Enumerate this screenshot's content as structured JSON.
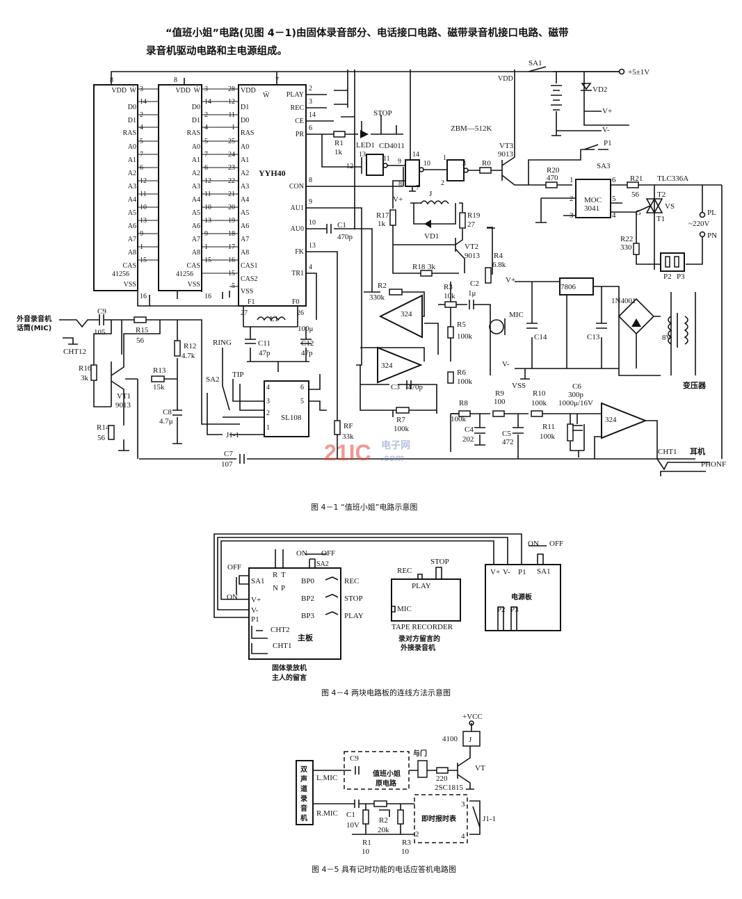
{
  "intro": {
    "line1": "“值班小姐”电路(见图 4－1)由固体录音部分、电话接口电路、磁带录音机接口电路、磁带",
    "line2": "录音机驱动电路和主电源组成。"
  },
  "fig1": {
    "caption": "图 4－1  “值班小姐”电路示意图",
    "chip1": {
      "name": "41256",
      "labels": [
        "VDD",
        "W̄",
        "D0",
        "D1",
        "RAS",
        "A0",
        "A1",
        "A2",
        "A3",
        "A4",
        "A5",
        "A6",
        "A7",
        "A8",
        "CAS",
        "VSS"
      ],
      "pins": [
        "3",
        "14",
        "2",
        "4",
        "5",
        "7",
        "6",
        "12",
        "11",
        "10",
        "13",
        "9",
        "1",
        "15",
        "16"
      ],
      "top_pin": "8"
    },
    "chip2": {
      "name": "41256",
      "labels": [
        "VDD",
        "W̄",
        "D0",
        "D1",
        "RAS",
        "A0",
        "A1",
        "A2",
        "A3",
        "A4",
        "A5",
        "A6",
        "A7",
        "A8",
        "CAS",
        "VSS"
      ],
      "pins": [
        "3",
        "14",
        "2",
        "4",
        "5",
        "7",
        "6",
        "12",
        "11",
        "10",
        "13",
        "9",
        "1",
        "15",
        "16"
      ],
      "top_pin": "8"
    },
    "yyh40": {
      "name": "YYH40",
      "left_labels": [
        "VDD",
        "W̄",
        "D1",
        "D0",
        "RAS",
        "A0",
        "A1",
        "A2",
        "A3",
        "A4",
        "A5",
        "A6",
        "A7",
        "A8",
        "CAS1",
        "CAS2",
        "VSS"
      ],
      "left_pins": [
        "28",
        "12",
        "11",
        "1",
        "25",
        "24",
        "23",
        "22",
        "21",
        "20",
        "19",
        "18",
        "17",
        "16",
        "15",
        "5"
      ],
      "right_labels": [
        "PLAY",
        "REC",
        "CE",
        "PR",
        "CON",
        "AU1",
        "AU0",
        "FK",
        "TR1"
      ],
      "right_pins": [
        "2",
        "3",
        "14",
        "6",
        "8",
        "9",
        "10",
        "13",
        "4"
      ],
      "top_pin": "7",
      "bottom_labels": [
        "F1",
        "F0"
      ],
      "bottom_pins": [
        "27",
        "26"
      ]
    },
    "labels": {
      "vdd": "VDD",
      "sa1": "SA1",
      "supply": "+5±1V",
      "vd2": "VD2",
      "vplus": "V+",
      "vminus": "V-",
      "p1": "P1",
      "sa3": "SA3",
      "zbm": "ZBM—512K",
      "vt3": "VT3",
      "vt3_val": "9013",
      "r0": "R0",
      "r20": "R20",
      "r20_val": "470",
      "moc": "MOC",
      "moc_val": "3041",
      "moc_p1": "1",
      "moc_p2": "2",
      "moc_p3": "3",
      "moc_p6": "6",
      "moc_p5": "5",
      "moc_p4": "4",
      "r21": "R21",
      "r21_val": "56",
      "tlc": "TLC336A",
      "t2": "T2",
      "vs": "VS",
      "g": "G",
      "t1": "T1",
      "pl": "PL",
      "ac": "~220V",
      "pn": "PN",
      "r22": "R22",
      "r22_val": "330",
      "p2": "P2",
      "p3": "P3",
      "stop": "STOP",
      "led1": "LED1",
      "r1": "R1",
      "r1_val": "1k",
      "cd4011": "CD4011",
      "g13": "13",
      "g11": "11",
      "g12": "12",
      "g9": "9",
      "g14": "14",
      "g10": "10",
      "g1": "1",
      "g3": "3",
      "g2": "2",
      "g8": "8",
      "g7": "7",
      "j": "J",
      "vplus2": "V+",
      "r17": "R17",
      "r17_val": "1k",
      "r19": "R19",
      "r19_val": "27",
      "vd1": "VD1",
      "vt2": "VT2",
      "vt2_val": "9013",
      "r18": "R18",
      "r18_val": "3k",
      "r4": "R4",
      "r4_val": "6.8k",
      "c1": "C1",
      "c1_val": "470p",
      "r2": "R2",
      "r2_val": "330k",
      "r3": "R3",
      "r3_val": "10k",
      "c2": "C2",
      "c2_val": "1μ",
      "op1": "324",
      "mic": "MIC",
      "vplus3": "V+",
      "reg": "7806",
      "bridge": "1N4001",
      "c14": "C14",
      "c13": "C13",
      "v8": "8V",
      "transformer": "变压器",
      "r5": "R5",
      "r5_val": "100k",
      "op2": "324",
      "vminus2": "V-",
      "vss": "VSS",
      "c3": "C3",
      "c3_val": "470p",
      "r6": "R6",
      "r6_val": "100k",
      "r9": "R9",
      "r9_val": "100",
      "r10": "R10",
      "r10_val": "100k",
      "c6": "C6",
      "c6_val": "300p",
      "c6_cap": "1000μ/16V",
      "r8": "R8",
      "r8_val": "100k",
      "r7": "R7",
      "r7_val": "100k",
      "c4": "C4",
      "c4_val": "202",
      "c5": "C5",
      "c5_val": "472",
      "r11": "R11",
      "r11_val": "100k",
      "op3": "324",
      "cht1": "CHT1",
      "earphone": "耳机",
      "phonf": "PHONF",
      "rf": "RF",
      "rf_val": "33k",
      "c7": "C7",
      "c7_val": "107",
      "ext_mic1": "外音录音机",
      "ext_mic2": "话筒(MIC)",
      "c9": "C9",
      "c9_val": "105",
      "cht12": "CHT12",
      "r15": "R15",
      "r15_val": "56",
      "r12": "R12",
      "r12_val": "4.7k",
      "r16": "R16",
      "r16_val": "3k",
      "vt1": "VT1",
      "vt1_val": "9013",
      "r13": "R13",
      "r13_val": "15k",
      "c8": "C8",
      "c8_val": "4.7μ",
      "r14": "R14",
      "r14_val": "56",
      "ring": "RING",
      "sa2": "SA2",
      "tip": "TIP",
      "j11": "J1-1",
      "sl108": "SL108",
      "sl_p4": "4",
      "sl_p6": "6",
      "sl_p3": "3",
      "sl_p5": "5",
      "sl_p2": "2",
      "sl_p1": "1",
      "l1": "L1",
      "c100": "100μ",
      "c11": "C11",
      "c11_val": "47p",
      "c12": "C12",
      "c12_val": "47p"
    },
    "watermark": {
      "logo": "21IC",
      "cn": "电子网",
      "domain": ".com"
    }
  },
  "fig4": {
    "caption": "图 4－4  两块电路板的连线方法示意图",
    "main_board": {
      "title": "主板",
      "sa1": "SA1",
      "off": "OFF",
      "on": "ON",
      "vplus": "V+",
      "vminus": "V-",
      "p1": "P1",
      "cht2": "CHT2",
      "cht1": "CHT1",
      "r": "R",
      "n": "N",
      "t": "T",
      "p": "P",
      "on2": "ON",
      "off2": "OFF",
      "sa2": "SA2",
      "bp0": "BP0",
      "bp2": "BP2",
      "bp3": "BP3",
      "rec": "REC",
      "stop": "STOP",
      "play": "PLAY",
      "sub1": "固体录放机",
      "sub2": "主人的留言"
    },
    "tape": {
      "rec": "REC",
      "stop": "STOP",
      "play": "PLAY",
      "mic": "MIC",
      "title": "TAPE RECORDER",
      "sub1": "录对方留言的",
      "sub2": "外接录音机"
    },
    "power_board": {
      "title": "电源板",
      "vplus": "V+",
      "vminus": "V-",
      "p1": "P1",
      "sa1": "SA1",
      "on": "ON",
      "off": "OFF",
      "p2": "P2",
      "p3": "P3"
    }
  },
  "fig5": {
    "caption": "图 4－5  具有记时功能的电话应答机电路图",
    "recorder": [
      "双",
      "声",
      "道",
      "录",
      "音",
      "机"
    ],
    "lmic": "L.MIC",
    "rmic": "R.MIC",
    "c9": "C9",
    "orig1": "值班小姐",
    "orig2": "原电路",
    "and_gate": "与门",
    "r220": "220",
    "transistor": "2SC1815",
    "vt": "VT",
    "relay_no": "4100",
    "relay": "J",
    "vcc": "+VCC",
    "c1": "C1",
    "c1_val": "10V",
    "r2": "R2",
    "r2_val": "20k",
    "r1": "R1",
    "r1_val": "10",
    "r3": "R3",
    "r3_val": "10",
    "clock": "即时报时表",
    "pin3": "3",
    "pin4": "4",
    "pin2": "2",
    "j11": "J1-1"
  }
}
